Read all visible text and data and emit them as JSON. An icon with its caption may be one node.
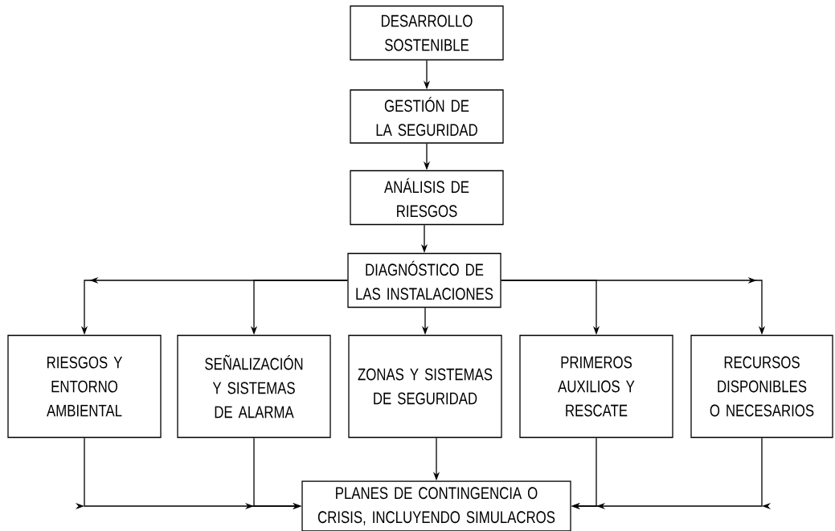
{
  "diagram": {
    "nodes": [
      {
        "text": [
          "DESARROLLO SOSTENIBLE"
        ]
      },
      {
        "text": [
          "GESTIÓN DE LA SEGURIDAD"
        ]
      },
      {
        "text": [
          "ANÁLISIS DE RIESGOS"
        ]
      },
      {
        "text": [
          "DIAGNÓSTICO DE LAS INSTALACIONES"
        ]
      },
      {
        "text": [
          "RIESGOS Y ENTORNO AMBIENTAL"
        ]
      },
      {
        "text": [
          "SEÑALIZACIÓN Y SISTEMAS DE ALARMA"
        ]
      },
      {
        "text": [
          "ZONAS Y SISTEMAS DE SEGURIDAD"
        ]
      },
      {
        "text": [
          "PRIMEROS AUXILIOS Y RESCATE"
        ]
      },
      {
        "text": [
          "RECURSOS DISPONIBLES O NECESARIOS"
        ]
      },
      {
        "text": [
          "PLANES DE CONTINGENCIA O CRISIS, INCLUYENDO SIMULACROS"
        ]
      }
    ],
    "edges": [
      {
        "from": 0,
        "to": 1,
        "arrow": "to"
      },
      {
        "from": 1,
        "to": 2,
        "arrow": "to"
      },
      {
        "from": 2,
        "to": 3,
        "arrow": "to"
      },
      {
        "from": 3,
        "to": 4,
        "arrow": "to"
      },
      {
        "from": 3,
        "to": 5,
        "arrow": "to"
      },
      {
        "from": 3,
        "to": 6,
        "arrow": "to"
      },
      {
        "from": 3,
        "to": 7,
        "arrow": "to"
      },
      {
        "from": 3,
        "to": 8,
        "arrow": "to"
      },
      {
        "from": 4,
        "to": 9,
        "arrow": "to"
      },
      {
        "from": 5,
        "to": 9,
        "arrow": "to"
      },
      {
        "from": 6,
        "to": 9,
        "arrow": "to"
      },
      {
        "from": 7,
        "to": 9,
        "arrow": "to"
      },
      {
        "from": 8,
        "to": 9,
        "arrow": "to"
      }
    ]
  }
}
